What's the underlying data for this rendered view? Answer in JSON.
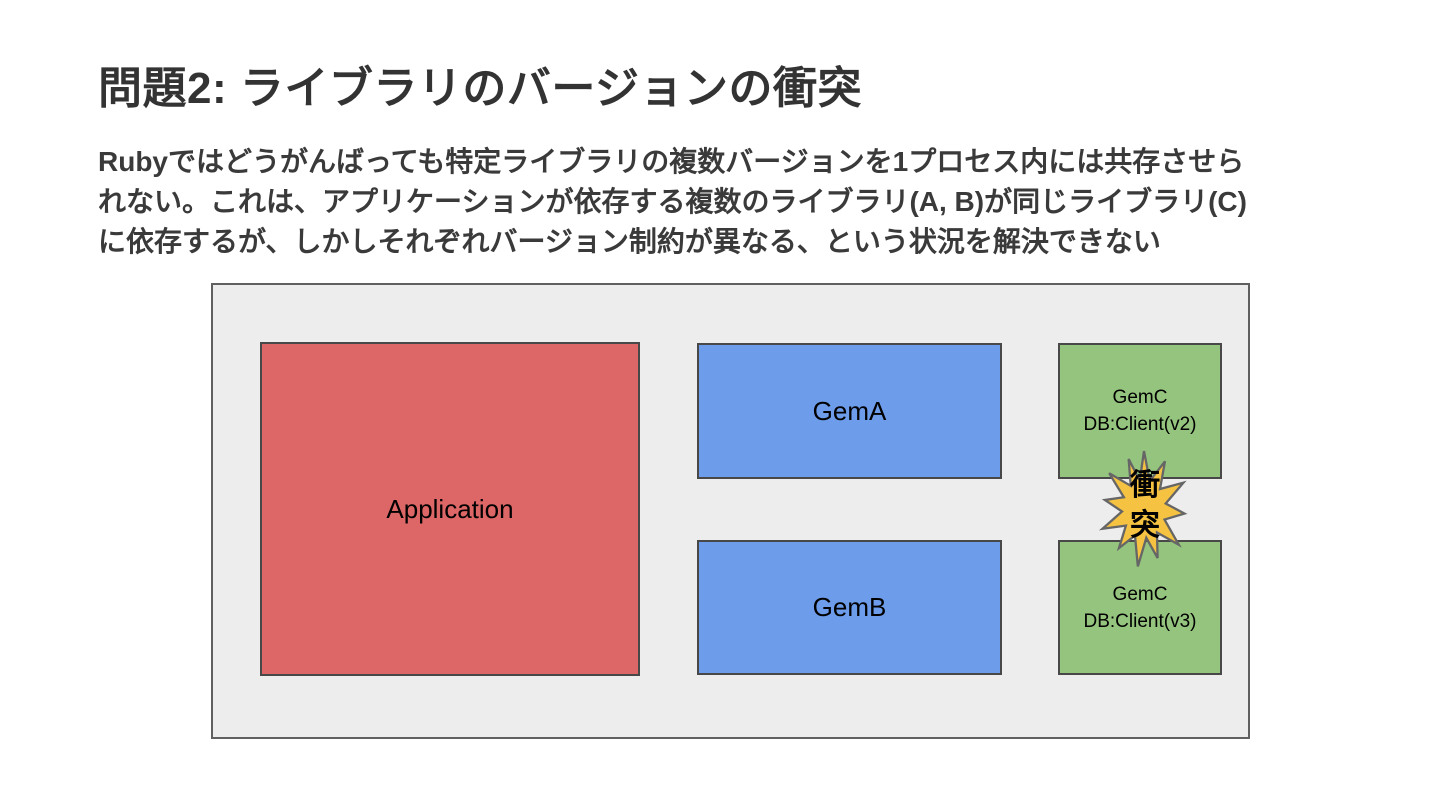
{
  "title": "問題2: ライブラリのバージョンの衝突",
  "body": {
    "line1": "Rubyではどうがんばっても特定ライブラリの複数バージョンを1プロセス内には共存させら",
    "line2": "れない。これは、アプリケーションが依存する複数のライブラリ(A, B)が同じライブラリ(C)",
    "line3": "に依存するが、しかしそれぞれバージョン制約が異なる、という状況を解決できない"
  },
  "diagram": {
    "container": {
      "fill": "#EDEDED",
      "border": "#606060"
    },
    "application": {
      "label": "Application",
      "fill": "#DD6666",
      "border": "#484848"
    },
    "gem_a": {
      "label": "GemA",
      "fill": "#6D9CEA",
      "border": "#484848"
    },
    "gem_b": {
      "label": "GemB",
      "fill": "#6D9CEA",
      "border": "#484848"
    },
    "gem_c_v2": {
      "lines": [
        "GemC",
        "DB:Client(v2)"
      ],
      "fill": "#94C47E",
      "border": "#484848"
    },
    "gem_c_v3": {
      "lines": [
        "GemC",
        "DB:Client(v3)"
      ],
      "fill": "#94C47E",
      "border": "#484848"
    },
    "conflict": {
      "lines": [
        "衝",
        "突"
      ],
      "fill": "#F5C242",
      "stroke": "#666666",
      "text_color": "#000000"
    }
  }
}
